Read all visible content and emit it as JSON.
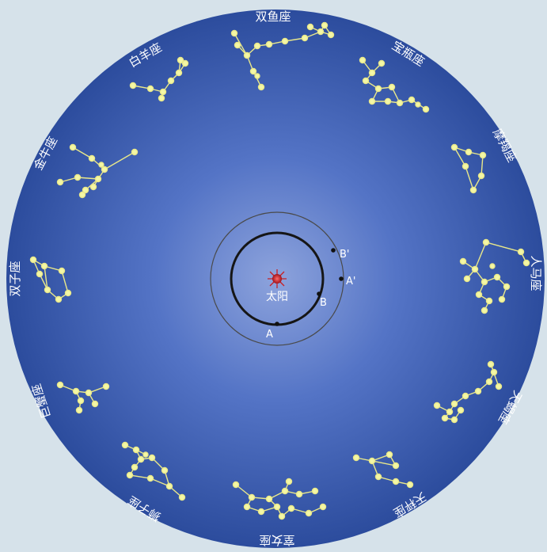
{
  "colors": {
    "background": "#d6e2ea",
    "sky_center": "#7f97d6",
    "sky_mid": "#3d5fb6",
    "sky_edge": "#2a4a9a",
    "star": "#f4f7a6",
    "line": "#e9e88a",
    "label": "#ffffff",
    "orbit_inner": "#1a1a1a",
    "orbit_outer": "#555555",
    "sun": "#c62026"
  },
  "center": {
    "sun_label": "太阳",
    "points": [
      {
        "label": "A",
        "name": "point-a"
      },
      {
        "label": "B",
        "name": "point-b"
      },
      {
        "label": "A'",
        "name": "point-a-prime"
      },
      {
        "label": "B'",
        "name": "point-b-prime"
      }
    ]
  },
  "constellations": [
    {
      "name": "pisces",
      "label": "双鱼座",
      "icon": "pisces-constellation-icon"
    },
    {
      "name": "aquarius",
      "label": "宝瓶座",
      "icon": "aquarius-constellation-icon"
    },
    {
      "name": "capricorn",
      "label": "摩羯座",
      "icon": "capricorn-constellation-icon"
    },
    {
      "name": "sagittarius",
      "label": "人马座",
      "icon": "sagittarius-constellation-icon"
    },
    {
      "name": "scorpio",
      "label": "天蝎座",
      "icon": "scorpio-constellation-icon"
    },
    {
      "name": "libra",
      "label": "天秤座",
      "icon": "libra-constellation-icon"
    },
    {
      "name": "virgo",
      "label": "室女座",
      "icon": "virgo-constellation-icon"
    },
    {
      "name": "leo",
      "label": "狮子座",
      "icon": "leo-constellation-icon"
    },
    {
      "name": "cancer",
      "label": "巨蟹座",
      "icon": "cancer-constellation-icon"
    },
    {
      "name": "gemini",
      "label": "双子座",
      "icon": "gemini-constellation-icon"
    },
    {
      "name": "taurus",
      "label": "金牛座",
      "icon": "taurus-constellation-icon"
    },
    {
      "name": "aries",
      "label": "白羊座",
      "icon": "aries-constellation-icon"
    }
  ]
}
